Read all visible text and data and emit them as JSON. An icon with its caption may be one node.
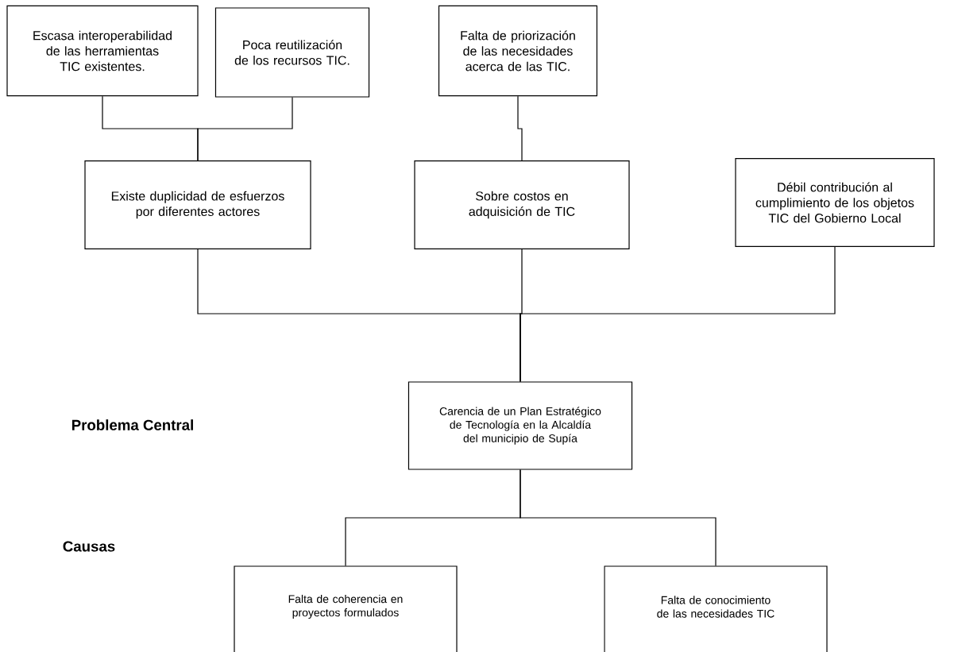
{
  "diagram": {
    "nodes": [
      {
        "text": [
          "Escasa interoperabilidad de las herramientas TIC existentes."
        ]
      },
      {
        "text": [
          "Poca reutilización de los recursos TIC."
        ]
      },
      {
        "text": [
          "Falta de priorización de las necesidades acerca de las TIC."
        ]
      },
      {
        "text": [
          "Existe duplicidad de esfuerzos por diferentes actores"
        ]
      },
      {
        "text": [
          "Sobre costos en adquisición de TIC"
        ]
      },
      {
        "text": [
          "Débil contribución al cumplimiento de los objetos TIC del Gobierno Local"
        ]
      },
      {
        "text": [
          "Carencia de un Plan Estratégico de Tecnología en la Alcaldía del municipio de Supía"
        ]
      },
      {
        "text": [
          "Falta de coherencia en proyectos formulados"
        ]
      },
      {
        "text": [
          "Falta de conocimiento de las necesidades TIC"
        ]
      }
    ],
    "edges": [
      {
        "from": 0,
        "to": 3,
        "arrow": "none"
      },
      {
        "from": 1,
        "to": 3,
        "arrow": "none"
      },
      {
        "from": 2,
        "to": 4,
        "arrow": "none"
      },
      {
        "from": 3,
        "to": 6,
        "arrow": "none"
      },
      {
        "from": 4,
        "to": 6,
        "arrow": "none"
      },
      {
        "from": 5,
        "to": 6,
        "arrow": "none"
      },
      {
        "from": 6,
        "to": 7,
        "arrow": "none"
      },
      {
        "from": 6,
        "to": 8,
        "arrow": "none"
      }
    ],
    "labels": [
      "Problema Central",
      "Causas"
    ]
  }
}
